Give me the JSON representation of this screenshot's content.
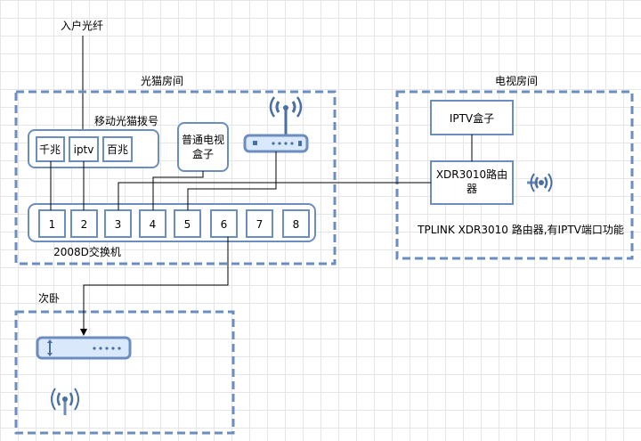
{
  "fiber_label": "入户光纤",
  "regions": {
    "modem_room": "光猫房间",
    "tv_room": "电视房间",
    "bedroom": "次卧"
  },
  "modem": {
    "title": "移动光猫拨号",
    "ports": [
      "千兆",
      "iptv",
      "百兆"
    ]
  },
  "tv_box": {
    "line1": "普通电视",
    "line2": "盒子"
  },
  "switch": {
    "label": "2008D交换机",
    "ports": [
      "1",
      "2",
      "3",
      "4",
      "5",
      "6",
      "7",
      "8"
    ]
  },
  "iptv_box": {
    "label": "IPTV盒子"
  },
  "xdr_router": {
    "line1": "XDR3010路由",
    "line2": "器"
  },
  "tplink_note": "TPLINK XDR3010 路由器,有IPTV端口功能",
  "colors": {
    "accent": "#6c8ebf",
    "grid": "#e6e6e6",
    "icon_dark": "#4a6fa5"
  }
}
